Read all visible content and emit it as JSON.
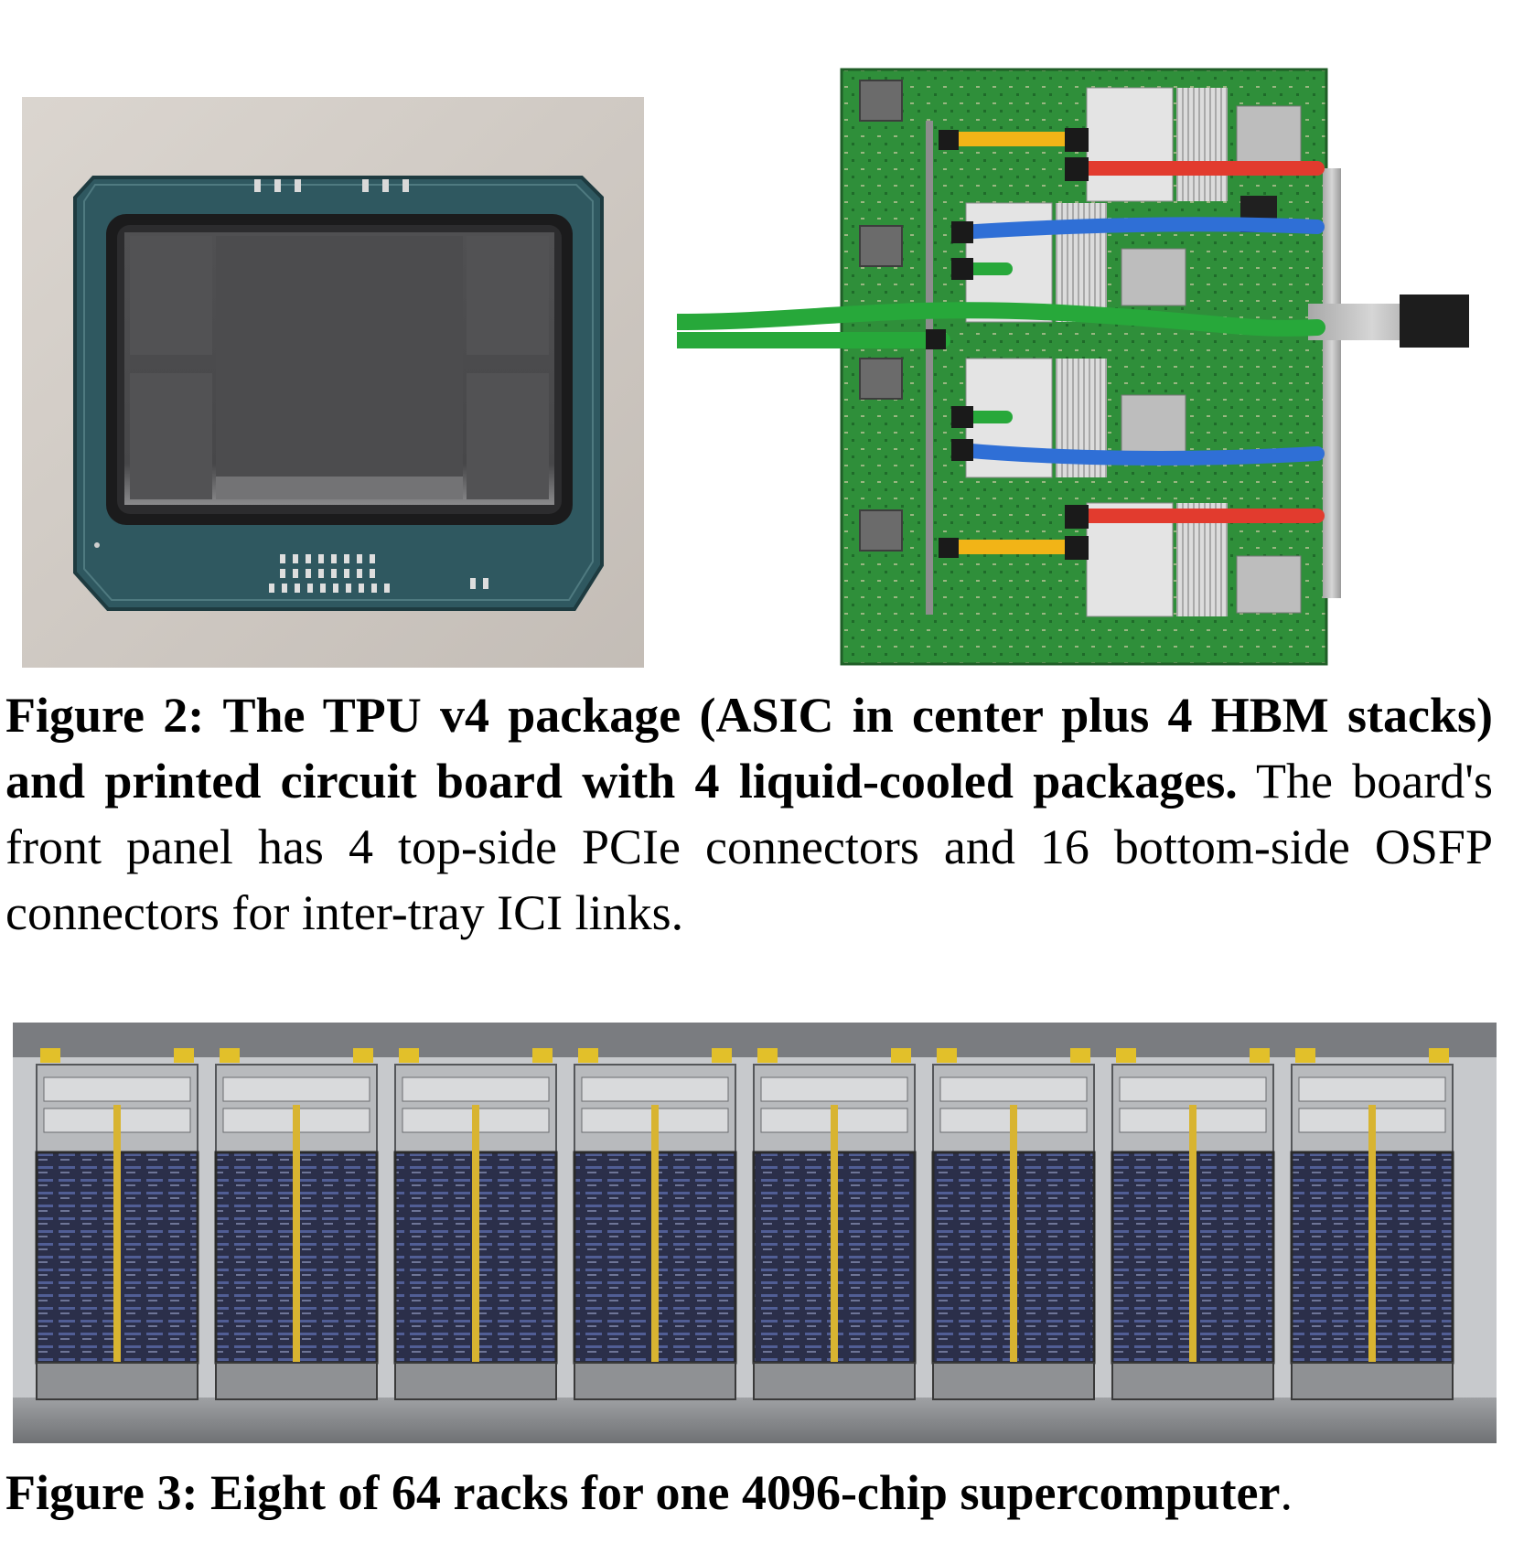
{
  "figure2": {
    "label": "Figure 2:",
    "bold_text": "The TPU v4 package (ASIC in center plus 4 HBM stacks) and printed circuit board with 4 liquid-cooled packages.",
    "text": "The board's front panel has 4 top-side PCIe connectors and 16 bottom-side OSFP connectors for inter-tray ICI links."
  },
  "figure3": {
    "label": "Figure 3:",
    "bold_text": "Eight of 64 racks for one 4096-chip supercomputer",
    "text": "."
  },
  "colors": {
    "page_bg": "#ffffff",
    "pcb_green": "#2f8f3a",
    "pipe_green": "#27a83a",
    "pipe_blue": "#2f6fd6",
    "pipe_red": "#e23b2e",
    "pipe_yellow": "#f2b417",
    "package_teal": "#2f5860",
    "die_gray": "#4a4a4c"
  }
}
